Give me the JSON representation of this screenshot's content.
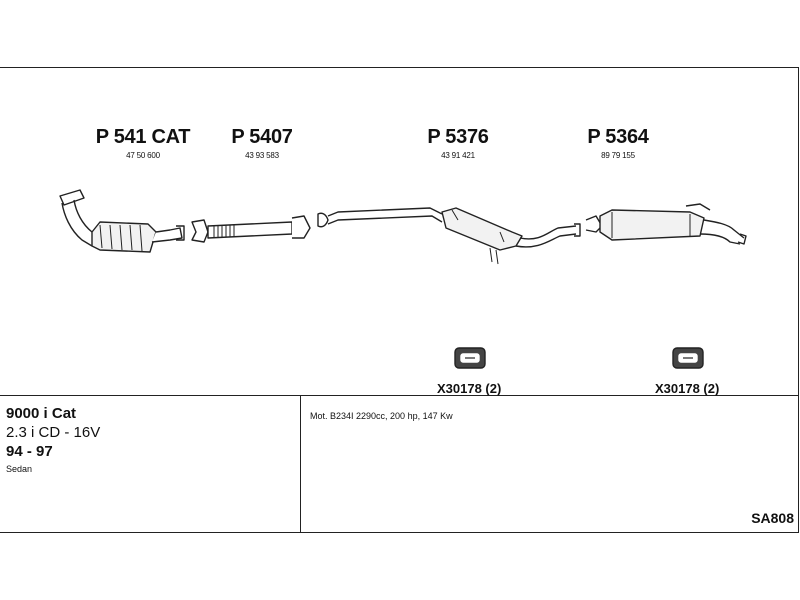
{
  "parts": [
    {
      "number": "P 541 CAT",
      "oem": "47 50 600"
    },
    {
      "number": "P 5407",
      "oem": "43 93 583"
    },
    {
      "number": "P 5376",
      "oem": "43 91 421"
    },
    {
      "number": "P 5364",
      "oem": "89 79 155"
    }
  ],
  "clamps": [
    {
      "label": "X30178 (2)"
    },
    {
      "label": "X30178 (2)"
    }
  ],
  "vehicle": {
    "model": "9000 i Cat",
    "engine": "2.3 i CD - 16V",
    "years": "94 - 97",
    "body": "Sedan"
  },
  "motor_spec": "Mot. B234I 2290cc, 200 hp, 147 Kw",
  "reference": "SA808"
}
